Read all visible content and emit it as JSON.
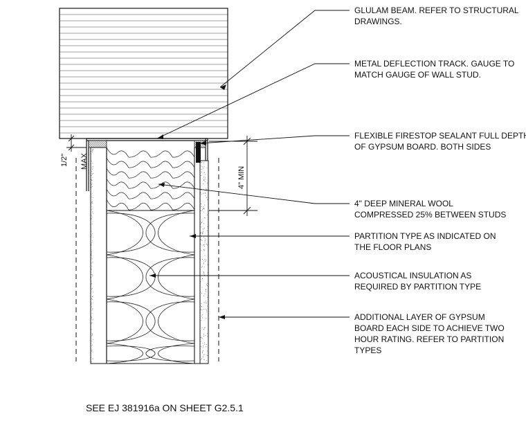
{
  "colors": {
    "ink": "#111111",
    "paper": "#ffffff",
    "fill_gray": "#dcdcdc"
  },
  "dimensions": {
    "half_inch": "1/2\"",
    "max": "MAX",
    "four_min": "4\" MIN"
  },
  "notes": [
    {
      "id": "glulam",
      "lines": [
        "GLULAM BEAM. REFER TO STRUCTURAL",
        "DRAWINGS."
      ]
    },
    {
      "id": "track",
      "lines": [
        "METAL DEFLECTION TRACK. GAUGE TO",
        "MATCH GAUGE OF WALL STUD."
      ]
    },
    {
      "id": "firestop",
      "lines": [
        "FLEXIBLE FIRESTOP SEALANT FULL DEPTH",
        "OF GYPSUM BOARD. BOTH SIDES"
      ]
    },
    {
      "id": "mineral-wool",
      "lines": [
        "4\" DEEP MINERAL WOOL",
        "COMPRESSED 25% BETWEEN STUDS"
      ]
    },
    {
      "id": "partition",
      "lines": [
        "PARTITION TYPE AS INDICATED ON",
        "THE FLOOR PLANS"
      ]
    },
    {
      "id": "acoustical",
      "lines": [
        "ACOUSTICAL INSULATION AS",
        "REQUIRED BY PARTITION TYPE"
      ]
    },
    {
      "id": "gypsum-layer",
      "lines": [
        "ADDITIONAL LAYER OF GYPSUM",
        "BOARD EACH SIDE TO ACHIEVE TWO",
        "HOUR RATING. REFER TO PARTITION",
        "TYPES"
      ]
    }
  ],
  "footer": {
    "reference": "SEE EJ 381916a ON SHEET G2.5.1"
  }
}
